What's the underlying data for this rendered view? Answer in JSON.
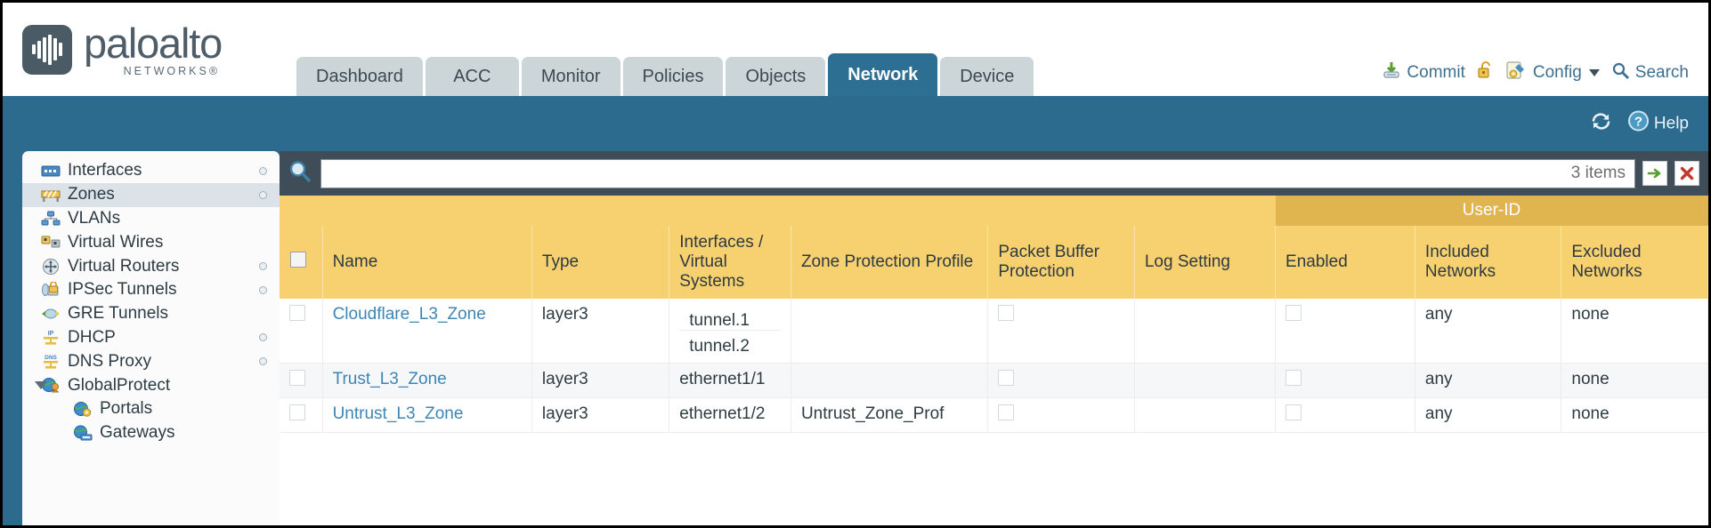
{
  "brand": {
    "name": "paloalto",
    "tagline": "NETWORKS",
    "registered": "®"
  },
  "tabs": [
    {
      "label": "Dashboard",
      "active": false
    },
    {
      "label": "ACC",
      "active": false
    },
    {
      "label": "Monitor",
      "active": false
    },
    {
      "label": "Policies",
      "active": false
    },
    {
      "label": "Objects",
      "active": false
    },
    {
      "label": "Network",
      "active": true
    },
    {
      "label": "Device",
      "active": false
    }
  ],
  "header_actions": {
    "commit": "Commit",
    "config": "Config",
    "search": "Search"
  },
  "toolbar": {
    "help": "Help"
  },
  "sidebar": {
    "items": [
      {
        "label": "Interfaces",
        "icon": "interfaces-icon",
        "dot": true,
        "child": false,
        "selected": false,
        "expander": false
      },
      {
        "label": "Zones",
        "icon": "zones-icon",
        "dot": true,
        "child": false,
        "selected": true,
        "expander": false
      },
      {
        "label": "VLANs",
        "icon": "vlans-icon",
        "dot": false,
        "child": false,
        "selected": false,
        "expander": false
      },
      {
        "label": "Virtual Wires",
        "icon": "virtual-wires-icon",
        "dot": false,
        "child": false,
        "selected": false,
        "expander": false
      },
      {
        "label": "Virtual Routers",
        "icon": "virtual-routers-icon",
        "dot": true,
        "child": false,
        "selected": false,
        "expander": false
      },
      {
        "label": "IPSec Tunnels",
        "icon": "ipsec-tunnels-icon",
        "dot": true,
        "child": false,
        "selected": false,
        "expander": false
      },
      {
        "label": "GRE Tunnels",
        "icon": "gre-tunnels-icon",
        "dot": false,
        "child": false,
        "selected": false,
        "expander": false
      },
      {
        "label": "DHCP",
        "icon": "dhcp-icon",
        "dot": true,
        "child": false,
        "selected": false,
        "expander": false
      },
      {
        "label": "DNS Proxy",
        "icon": "dns-proxy-icon",
        "dot": true,
        "child": false,
        "selected": false,
        "expander": false
      },
      {
        "label": "GlobalProtect",
        "icon": "globalprotect-icon",
        "dot": false,
        "child": false,
        "selected": false,
        "expander": true
      },
      {
        "label": "Portals",
        "icon": "portals-icon",
        "dot": false,
        "child": true,
        "selected": false,
        "expander": false
      },
      {
        "label": "Gateways",
        "icon": "gateways-icon",
        "dot": false,
        "child": true,
        "selected": false,
        "expander": false
      }
    ]
  },
  "search": {
    "value": "",
    "placeholder": "",
    "item_count": "3 items"
  },
  "table": {
    "group_header": "User-ID",
    "columns": [
      "Name",
      "Type",
      "Interfaces / Virtual Systems",
      "Zone Protection Profile",
      "Packet Buffer Protection",
      "Log Setting",
      "Enabled",
      "Included Networks",
      "Excluded Networks"
    ],
    "rows": [
      {
        "name": "Cloudflare_L3_Zone",
        "type": "layer3",
        "interfaces": [
          "tunnel.1",
          "tunnel.2"
        ],
        "zone_protection_profile": "",
        "packet_buffer_protection": false,
        "log_setting": "",
        "user_id_enabled": false,
        "included_networks": "any",
        "excluded_networks": "none"
      },
      {
        "name": "Trust_L3_Zone",
        "type": "layer3",
        "interfaces": [
          "ethernet1/1"
        ],
        "zone_protection_profile": "",
        "packet_buffer_protection": false,
        "log_setting": "",
        "user_id_enabled": false,
        "included_networks": "any",
        "excluded_networks": "none"
      },
      {
        "name": "Untrust_L3_Zone",
        "type": "layer3",
        "interfaces": [
          "ethernet1/2"
        ],
        "zone_protection_profile": "Untrust_Zone_Prof",
        "packet_buffer_protection": false,
        "log_setting": "",
        "user_id_enabled": false,
        "included_networks": "any",
        "excluded_networks": "none"
      }
    ]
  },
  "colors": {
    "brand_blue": "#2c6a8e",
    "tab_active": "#2d6e93",
    "tab_inactive": "#ccd6d8",
    "header_gold": "#f7d070",
    "group_gold": "#e0b44e",
    "link_blue": "#3c86b5"
  }
}
